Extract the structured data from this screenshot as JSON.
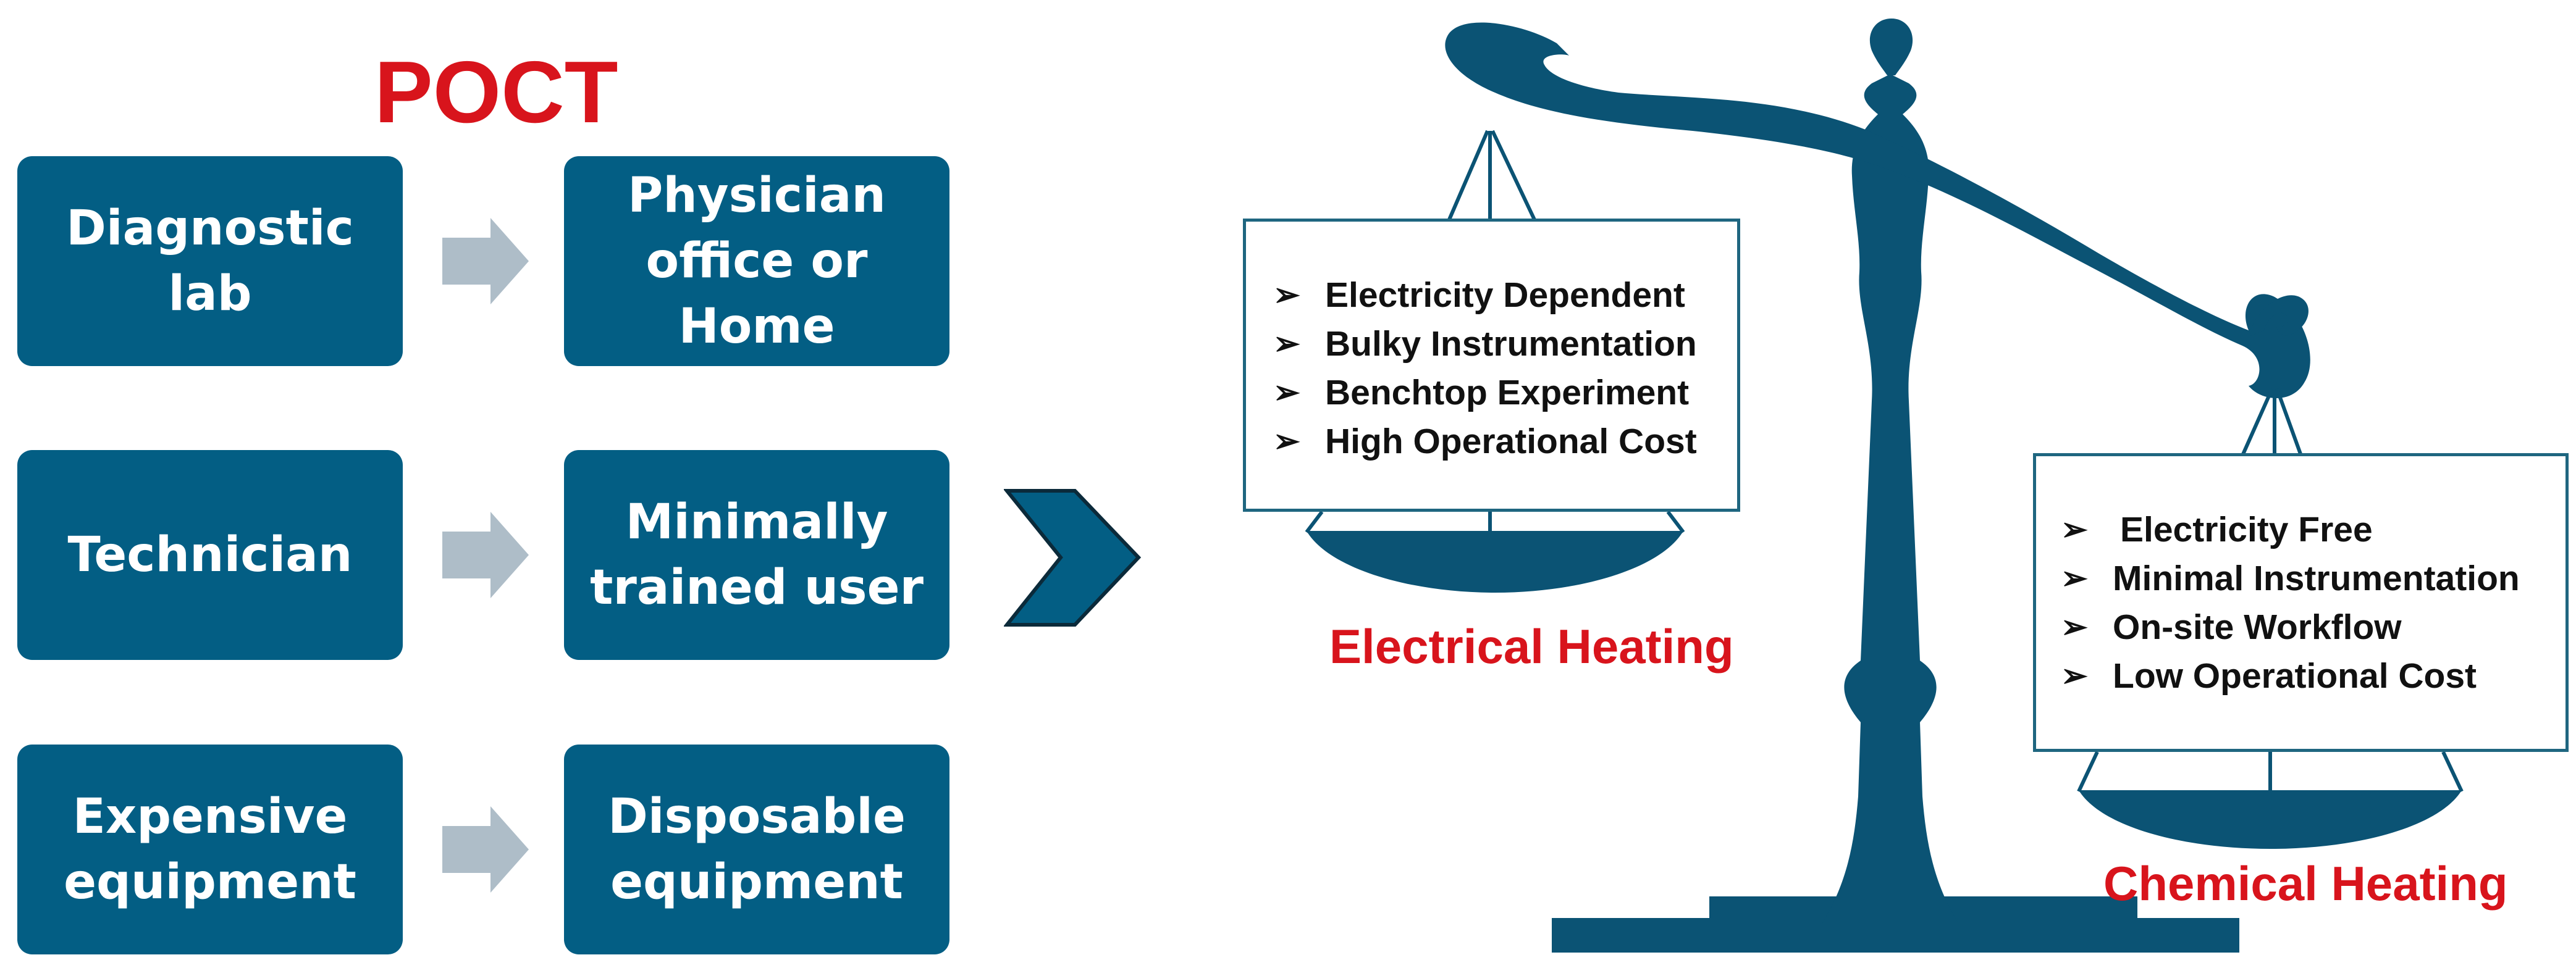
{
  "title": "POCT",
  "transitions": [
    {
      "from": "Diagnostic\nlab",
      "to": "Physician\noffice  or\nHome"
    },
    {
      "from": "Technician",
      "to": "Minimally\ntrained user"
    },
    {
      "from": "Expensive\nequipment",
      "to": "Disposable\nequipment"
    }
  ],
  "electrical": {
    "label": "Electrical Heating",
    "items": [
      "Electricity Dependent",
      "Bulky Instrumentation",
      "Benchtop Experiment",
      "High Operational Cost"
    ]
  },
  "chemical": {
    "label": "Chemical Heating",
    "items": [
      "Electricity Free",
      "Minimal Instrumentation",
      "On-site Workflow",
      "Low Operational Cost"
    ]
  },
  "bullet_symbol": "➢",
  "colors": {
    "box": "#035e84",
    "scale": "#0b5374",
    "accent_red": "#d8141c",
    "small_arrow": "#aebdc8",
    "big_arrow": "#1f6680"
  },
  "icons": {
    "scale": "balance-scale-icon",
    "arrow": "chevron-arrow-icon",
    "bullet": "arrow-bullet-icon"
  }
}
